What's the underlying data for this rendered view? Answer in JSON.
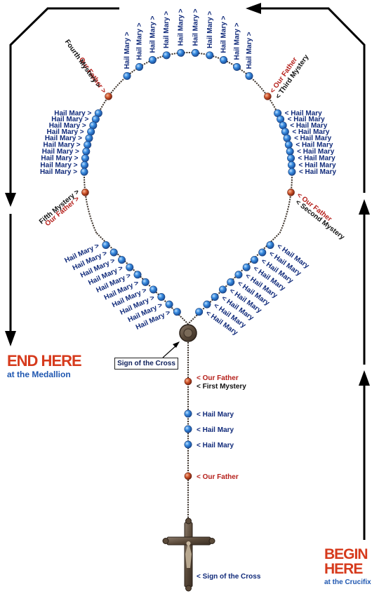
{
  "labels": {
    "hail_mary": "Hail Mary",
    "our_father": "Our Father",
    "first_mystery": "First Mystery",
    "second_mystery": "Second Mystery",
    "third_mystery": "Third Mystery",
    "fourth_mystery": "Fourth Mystery",
    "fifth_mystery": "Fifth Mystery",
    "sign_of_cross": "Sign of the Cross"
  },
  "end": {
    "title": "END HERE",
    "subtitle": "at the Medallion"
  },
  "begin": {
    "title_line1": "BEGIN",
    "title_line2": "HERE",
    "subtitle": "at the Crucifix"
  },
  "colors": {
    "hail_mary_bead": "#3a8de0",
    "our_father_bead": "#c8502a",
    "chain": "#3a3028",
    "hail_mary_text": "#102a7a",
    "our_father_text": "#b51f1a",
    "end_title": "#d63a1c",
    "subtitle": "#1e56b0"
  },
  "icons": [
    "arrow-down-icon",
    "arrow-up-icon",
    "crucifix-icon",
    "medallion-icon"
  ]
}
